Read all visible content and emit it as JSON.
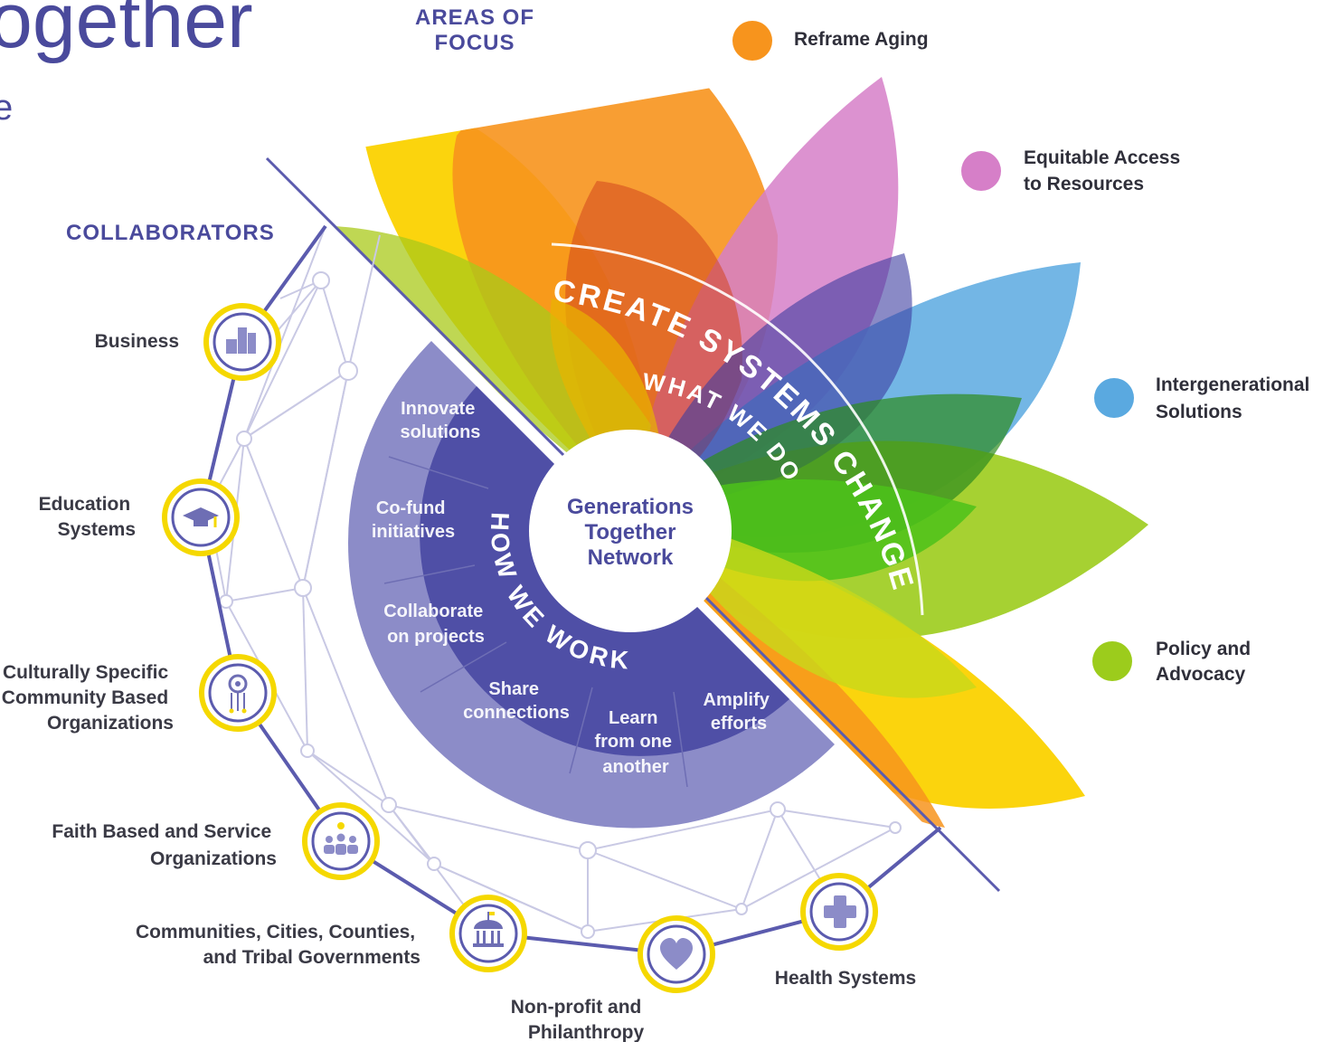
{
  "header": {
    "title_fragment": "ogether",
    "subtitle_fragment": "e"
  },
  "headings": {
    "areas_of_focus_line1": "AREAS OF",
    "areas_of_focus_line2": "FOCUS",
    "collaborators": "COLLABORATORS"
  },
  "center": {
    "line1": "Generations",
    "line2": "Together",
    "line3": "Network"
  },
  "arc_labels": {
    "create_systems_change": "CREATE SYSTEMS CHANGE",
    "what_we_do": "WHAT WE DO",
    "how_we_work": "HOW WE WORK"
  },
  "areas_of_focus": [
    {
      "label_lines": [
        "Reframe Aging"
      ],
      "color": "#f7941d"
    },
    {
      "label_lines": [
        "Equitable Access",
        "to Resources"
      ],
      "color": "#d67fc8"
    },
    {
      "label_lines": [
        "Intergenerational",
        "Solutions"
      ],
      "color": "#5aa9e0"
    },
    {
      "label_lines": [
        "Policy and",
        "Advocacy"
      ],
      "color": "#9ccc1c"
    }
  ],
  "how_we_work": [
    {
      "lines": [
        "Innovate",
        "solutions"
      ]
    },
    {
      "lines": [
        "Co-fund",
        "initiatives"
      ]
    },
    {
      "lines": [
        "Collaborate",
        "on projects"
      ]
    },
    {
      "lines": [
        "Share",
        "connections"
      ]
    },
    {
      "lines": [
        "Learn",
        "from one",
        "another"
      ]
    },
    {
      "lines": [
        "Amplify",
        "efforts"
      ]
    }
  ],
  "collaborators": [
    {
      "name": "business",
      "lines": [
        "Business"
      ],
      "icon": "building-icon"
    },
    {
      "name": "education-systems",
      "lines": [
        "Education",
        "Systems"
      ],
      "icon": "graduation-cap-icon"
    },
    {
      "name": "culturally-specific",
      "lines": [
        "Culturally Specific",
        "Community Based",
        "Organizations"
      ],
      "icon": "dreamcatcher-icon"
    },
    {
      "name": "faith-based",
      "lines": [
        "Faith Based and Service",
        "Organizations"
      ],
      "icon": "people-pin-icon"
    },
    {
      "name": "communities",
      "lines": [
        "Communities, Cities, Counties,",
        "and Tribal Governments"
      ],
      "icon": "government-building-icon"
    },
    {
      "name": "non-profit",
      "lines": [
        "Non-profit and",
        "Philanthropy"
      ],
      "icon": "heart-icon"
    },
    {
      "name": "health-systems",
      "lines": [
        "Health Systems"
      ],
      "icon": "medical-cross-icon"
    }
  ],
  "colors": {
    "brand_purple": "#4a4a9c",
    "work_purple": "#8c8cc8",
    "ring_purple": "#5b5bae",
    "gold": "#f5d800",
    "yellow_petal": "#fbd200",
    "orange_petal": "#f7941d",
    "pink_petal": "#d67fc8",
    "blue_petal": "#5aa9e0",
    "green_petal": "#9ccc1c",
    "dark_green": "#2e8b1e",
    "bright_green": "#4cc21a"
  }
}
